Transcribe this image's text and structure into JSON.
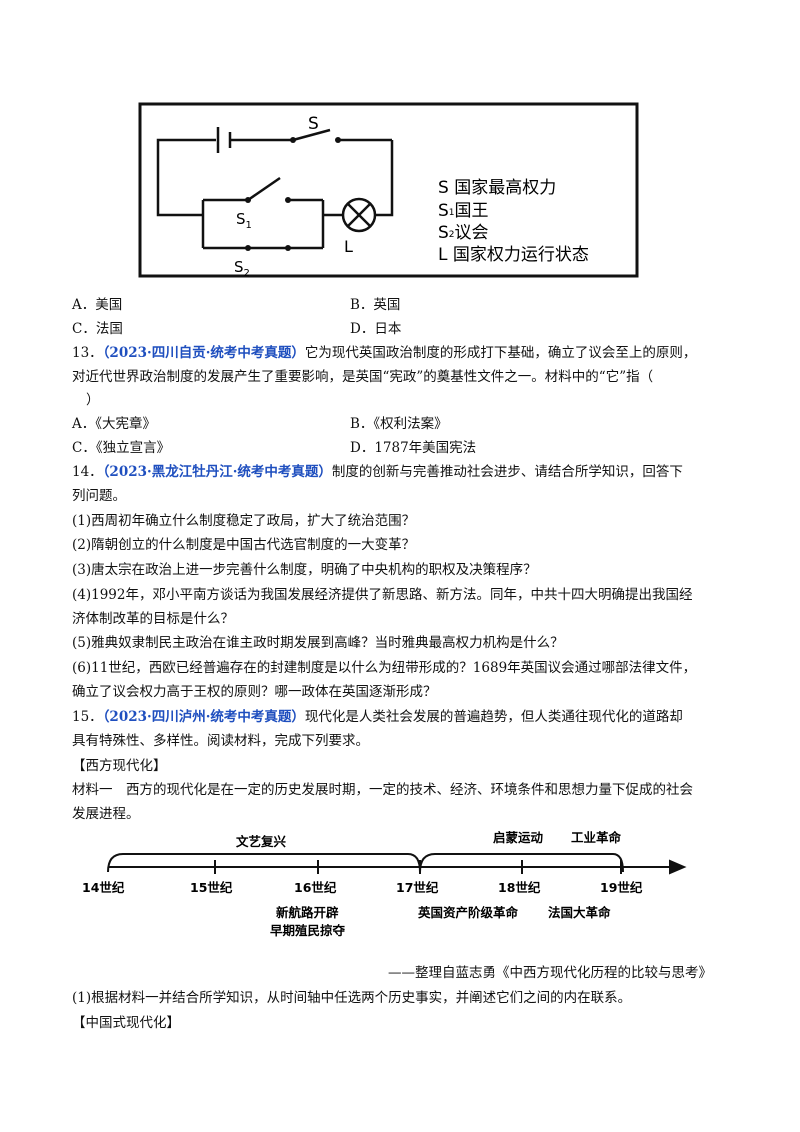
{
  "circuit": {
    "switch_s": "S",
    "switch_s1": "S1",
    "switch_s2": "S2",
    "lamp_l": "L",
    "legend": [
      {
        "sym": "S",
        "text": "国家最高权力"
      },
      {
        "sym": "S",
        "sub": "1",
        "text": "国王"
      },
      {
        "sym": "S",
        "sub": "2",
        "text": "议会"
      },
      {
        "sym": "L",
        "text": "国家权力运行状态"
      }
    ]
  },
  "q12_options": {
    "a": "A．美国",
    "b": "B．英国",
    "c": "C．法国",
    "d": "D．日本"
  },
  "q13": {
    "number": "13．",
    "source": "（2023·四川自贡·统考中考真题）",
    "line1": "它为现代英国政治制度的形成打下基础，确立了议会至上的原则，",
    "line2": "对近代世界政治制度的发展产生了重要影响，是英国“宪政”的奠基性文件之一。材料中的“它”指（",
    "line3": "）",
    "options": {
      "a": "A．《大宪章》",
      "b": "B．《权利法案》",
      "c": "C．《独立宣言》",
      "d": "D．1787年美国宪法"
    }
  },
  "q14": {
    "number": "14．",
    "source": "（2023·黑龙江牡丹江·统考中考真题）",
    "line1": "制度的创新与完善推动社会进步、请结合所学知识，回答下",
    "line2": "列问题。",
    "sub1": "(1)西周初年确立什么制度稳定了政局，扩大了统治范围？",
    "sub2": "(2)隋朝创立的什么制度是中国古代选官制度的一大变革？",
    "sub3": "(3)唐太宗在政治上进一步完善什么制度，明确了中央机构的职权及决策程序？",
    "sub4a": "(4)1992年，邓小平南方谈话为我国发展经济提供了新思路、新方法。同年，中共十四大明确提出我国经",
    "sub4b": "济体制改革的目标是什么？",
    "sub5": "(5)雅典奴隶制民主政治在谁主政时期发展到高峰？当时雅典最高权力机构是什么？",
    "sub6a": "(6)11世纪，西欧已经普遍存在的封建制度是以什么为纽带形成的？1689年英国议会通过哪部法律文件，",
    "sub6b": "确立了议会权力高于王权的原则？哪一政体在英国逐渐形成？"
  },
  "q15": {
    "number": "15．",
    "source": "（2023·四川泸州·统考中考真题）",
    "line1": "现代化是人类社会发展的普遍趋势，但人类通往现代化的道路却",
    "line2": "具有特殊性、多样性。阅读材料，完成下列要求。",
    "section_west": "【西方现代化】",
    "material1a": "材料一　西方的现代化是在一定的历史发展时期，一定的技术、经济、环境条件和思想力量下促成的社会",
    "material1b": "发展进程。",
    "timeline": {
      "above": {
        "renaissance": "文艺复兴",
        "enlightenment": "启蒙运动",
        "industrial": "工业革命"
      },
      "ticks": [
        "14世纪",
        "15世纪",
        "16世纪",
        "17世纪",
        "18世纪",
        "19世纪"
      ],
      "below": {
        "route1": "新航路开辟",
        "route2": "早期殖民掠夺",
        "english_rev": "英国资产阶级革命",
        "french_rev": "法国大革命"
      }
    },
    "citation": "——整理自蓝志勇《中西方现代化历程的比较与思考》",
    "req1": "(1)根据材料一并结合所学知识，从时间轴中任选两个历史事实，并阐述它们之间的内在联系。",
    "section_china": "【中国式现代化】"
  }
}
